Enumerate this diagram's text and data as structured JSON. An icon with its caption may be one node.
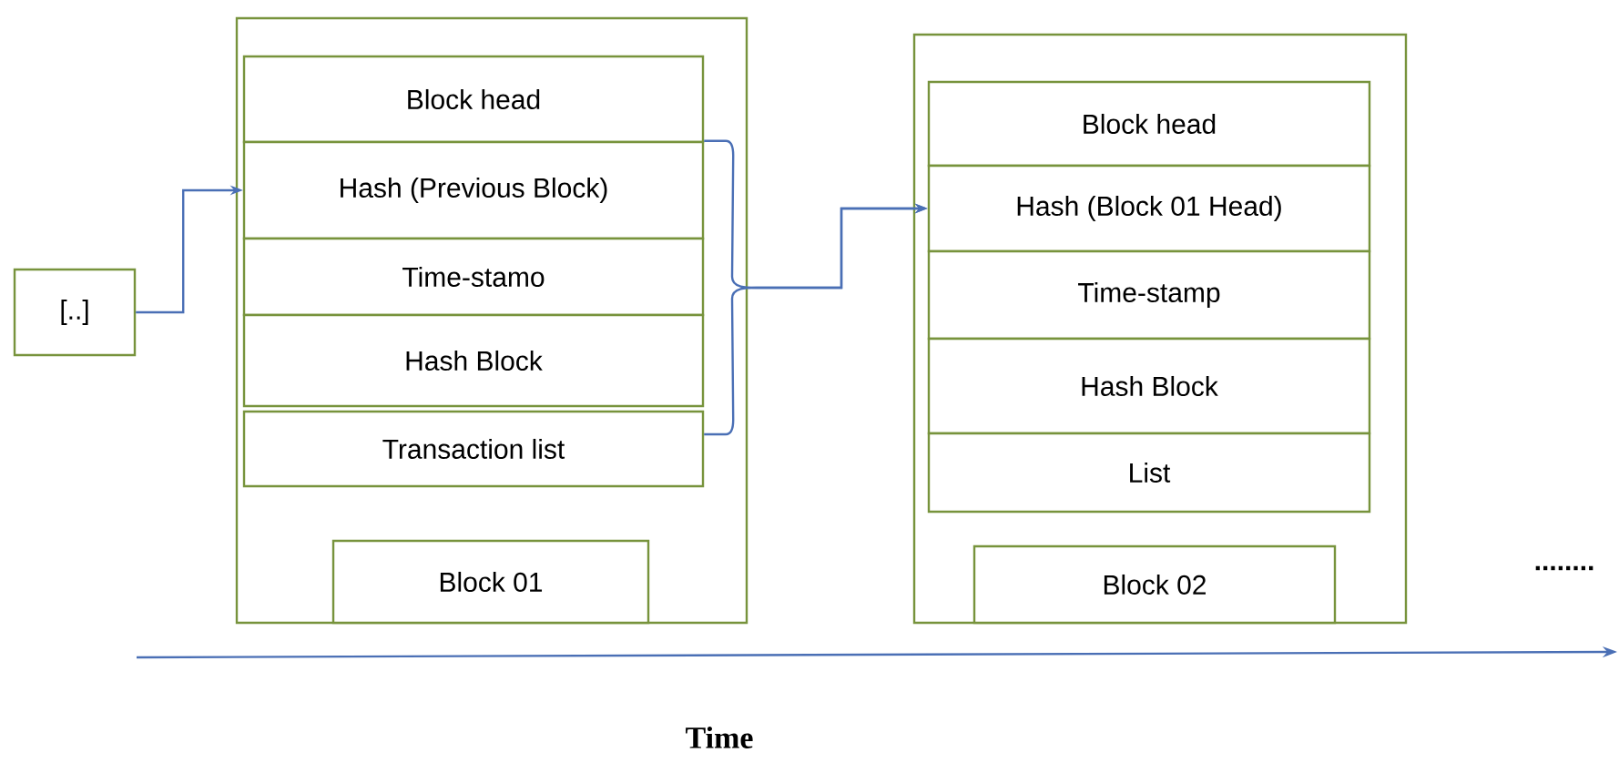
{
  "diagram": {
    "nodes": [
      {
        "text": [
          "[..]"
        ]
      },
      {
        "text": [],
        "shape": "box"
      },
      {
        "text": [
          "Block head"
        ],
        "in": 1
      },
      {
        "text": [
          "Hash (Previous Block)"
        ],
        "in": 1
      },
      {
        "text": [
          "Time-stamo"
        ],
        "in": 1
      },
      {
        "text": [
          "Hash Block"
        ],
        "in": 1
      },
      {
        "text": [
          "Transaction list"
        ],
        "in": 1
      },
      {
        "text": [
          "Block 01"
        ],
        "in": 1
      },
      {
        "text": [],
        "shape": "box"
      },
      {
        "text": [
          "Block head"
        ],
        "in": 8
      },
      {
        "text": [
          "Hash (Block 01 Head)"
        ],
        "in": 8
      },
      {
        "text": [
          "Time-stamp"
        ],
        "in": 8
      },
      {
        "text": [
          "Hash Block"
        ],
        "in": 8
      },
      {
        "text": [
          "List"
        ],
        "in": 8
      },
      {
        "text": [
          "Block 02"
        ],
        "in": 8
      }
    ],
    "edges": [
      {
        "from": 0,
        "to": 3,
        "arrow": "to"
      },
      {
        "from": 3,
        "to": 10,
        "arrow": "to"
      },
      {
        "from": 6,
        "to": 10,
        "arrow": "to"
      }
    ],
    "labels": [
      "........",
      "Time"
    ]
  }
}
